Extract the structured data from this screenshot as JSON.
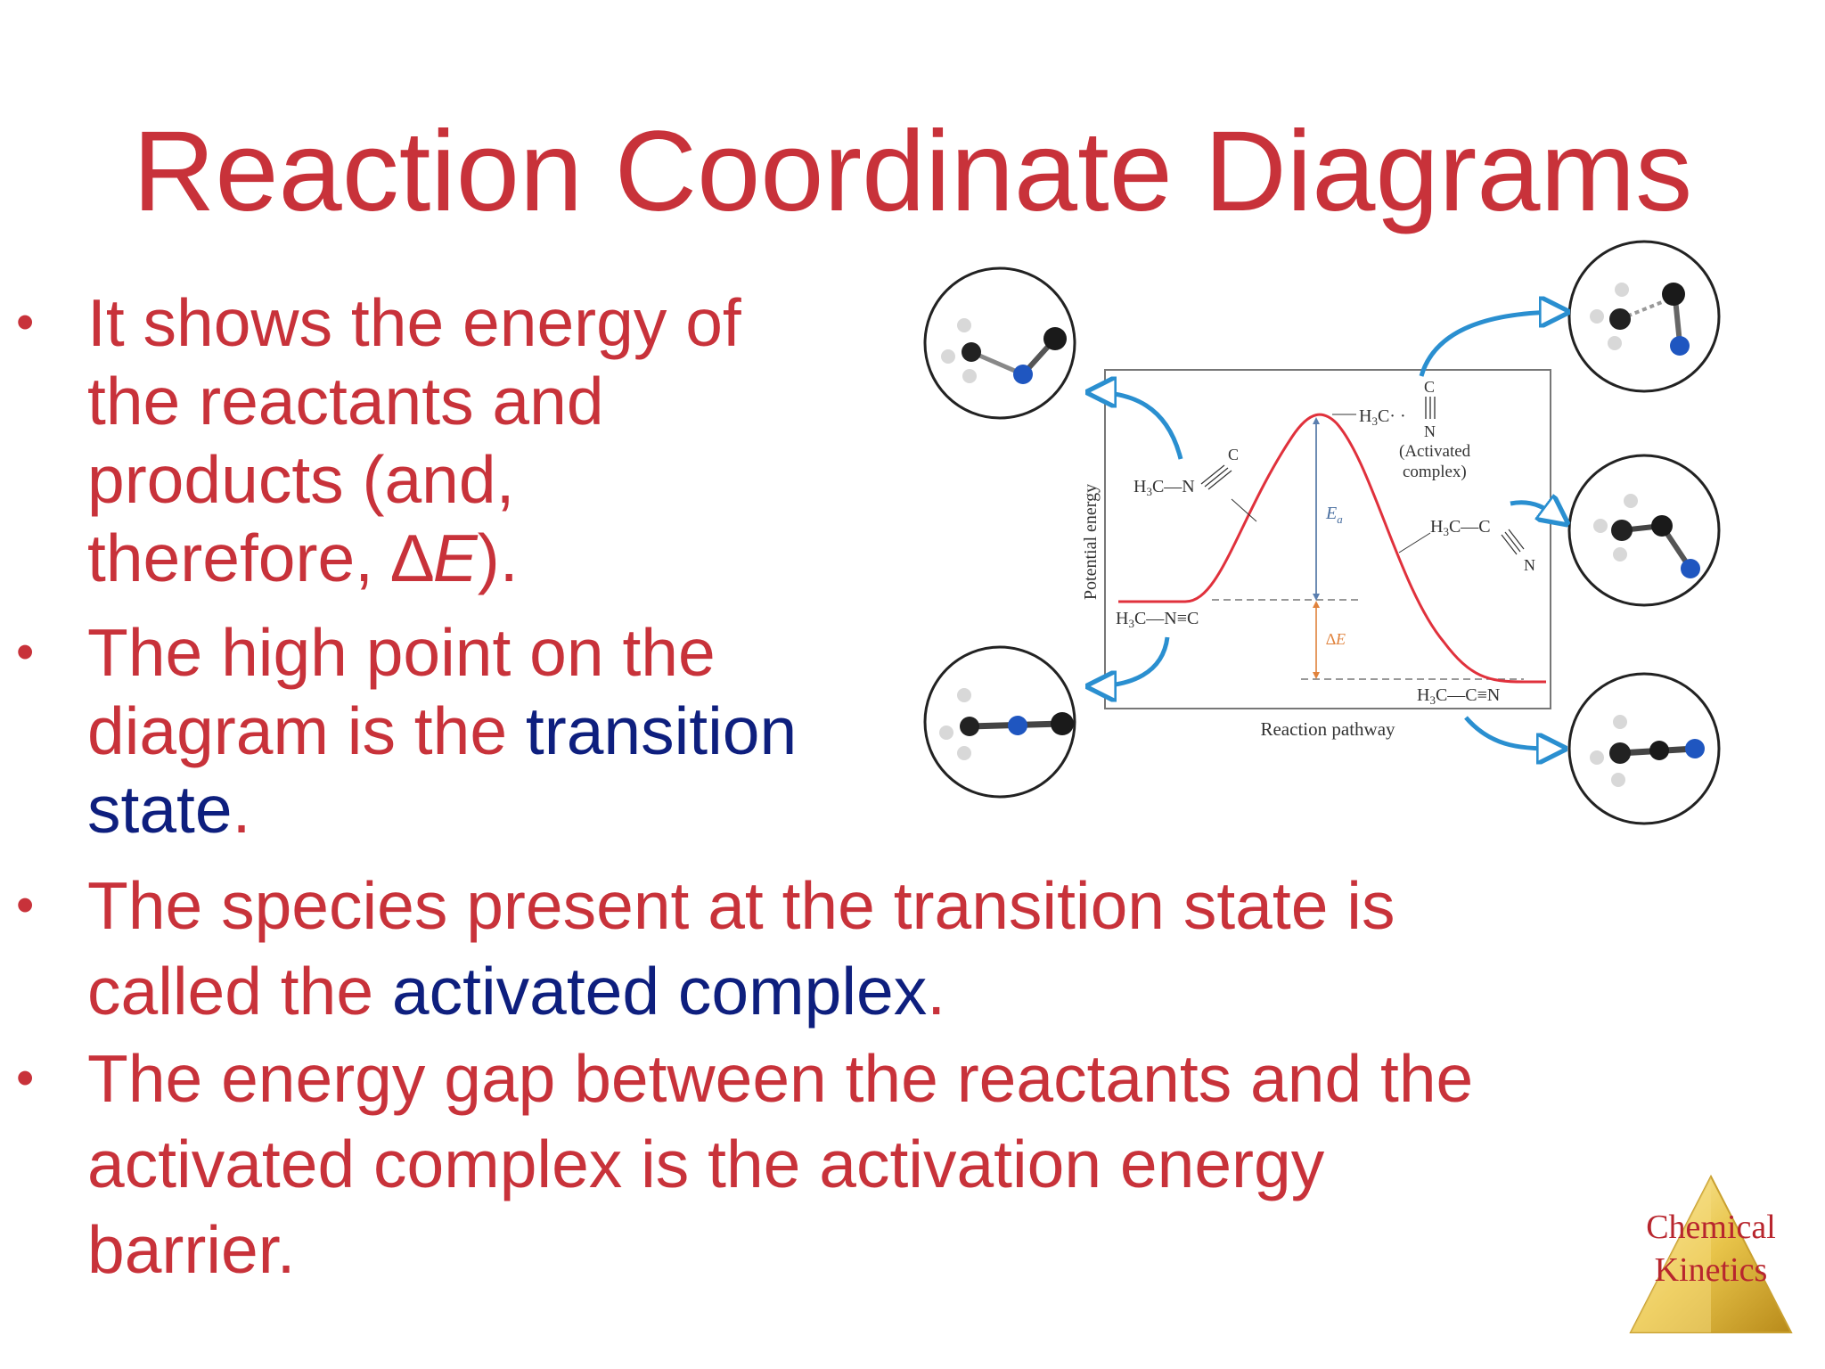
{
  "slide": {
    "title": "Reaction Coordinate Diagrams",
    "bullets": {
      "b1": {
        "line1": "It shows the energy of",
        "line2": "the reactants and",
        "line3": "products (and,",
        "line4_prefix": "therefore, ",
        "line4_delta": "∆",
        "line4_e": "E",
        "line4_suffix": ")."
      },
      "b2": {
        "line1": "The high point on the",
        "line2_prefix": "diagram is the ",
        "line2_term": "transition",
        "line3_term": "state",
        "line3_suffix": "."
      },
      "b3": {
        "line1": "The species present at the transition state is",
        "line2_prefix": "called the ",
        "line2_term": "activated complex",
        "line2_suffix": "."
      },
      "b4": {
        "line1": "The energy gap between the reactants and the",
        "line2": "activated complex is the activation energy",
        "line3": "barrier."
      }
    }
  },
  "diagram": {
    "y_axis_label": "Potential energy",
    "x_axis_label": "Reaction pathway",
    "ea_label": "E",
    "ea_sub": "a",
    "de_label": "∆E",
    "activated_complex_1": "(Activated",
    "activated_complex_2": "complex)",
    "curve_color": "#e0313c",
    "arrow_color": "#2a8fd0"
  },
  "logo": {
    "line1": "Chemical",
    "line2": "Kinetics"
  }
}
